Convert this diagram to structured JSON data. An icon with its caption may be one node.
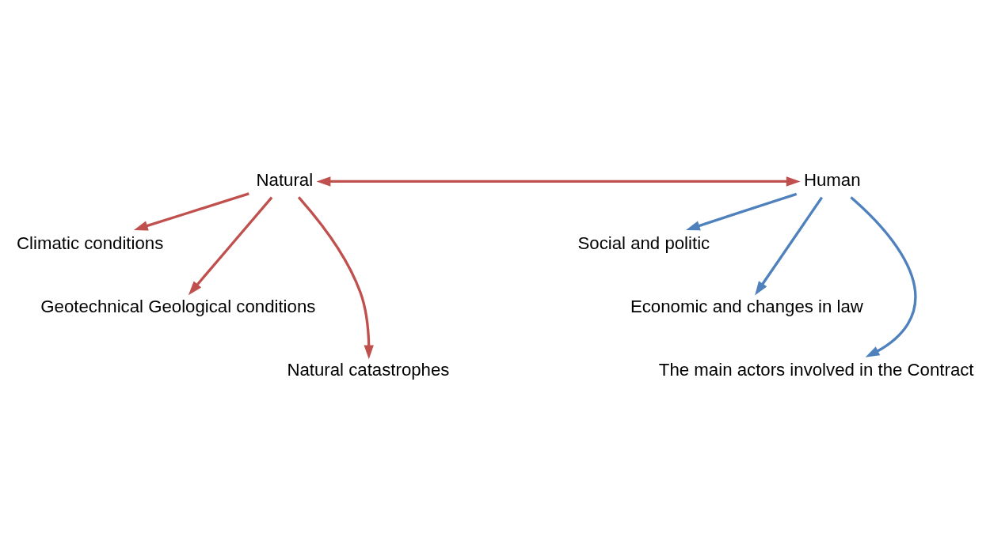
{
  "diagram": {
    "nodes": [
      {
        "text": [
          "Natural"
        ]
      },
      {
        "text": [
          "Human"
        ]
      },
      {
        "text": [
          "Climatic conditions"
        ]
      },
      {
        "text": [
          "Geotechnical Geological conditions"
        ]
      },
      {
        "text": [
          "Natural catastrophes"
        ]
      },
      {
        "text": [
          "Social and politic"
        ]
      },
      {
        "text": [
          "Economic and changes in law"
        ]
      },
      {
        "text": [
          "The main actors involved in the Contract"
        ]
      }
    ],
    "edges": [
      {
        "from": 0,
        "to": 1,
        "arrow": "both",
        "color": "#c0504d"
      },
      {
        "from": 0,
        "to": 2,
        "arrow": "to",
        "color": "#c0504d"
      },
      {
        "from": 0,
        "to": 3,
        "arrow": "to",
        "color": "#c0504d"
      },
      {
        "from": 0,
        "to": 4,
        "arrow": "to",
        "color": "#c0504d"
      },
      {
        "from": 1,
        "to": 5,
        "arrow": "to",
        "color": "#4f81bd"
      },
      {
        "from": 1,
        "to": 6,
        "arrow": "to",
        "color": "#4f81bd"
      },
      {
        "from": 1,
        "to": 7,
        "arrow": "to",
        "color": "#4f81bd"
      }
    ]
  }
}
